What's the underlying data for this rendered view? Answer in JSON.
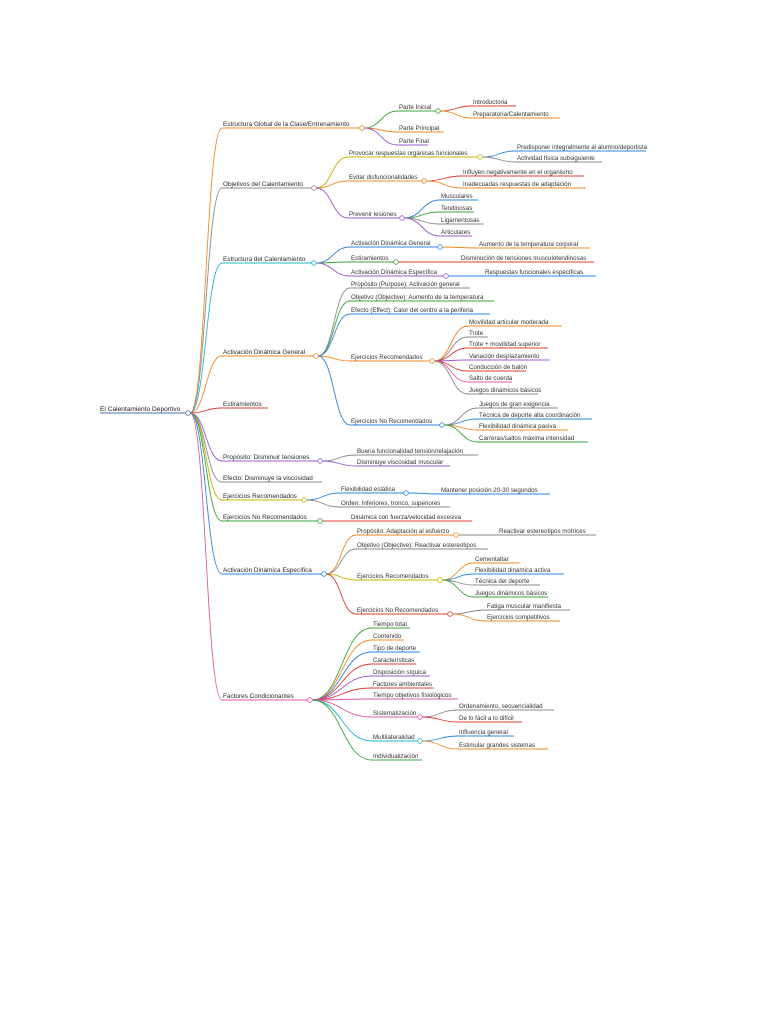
{
  "root": "El Calentamiento Deportivo",
  "colors": {
    "orange": "#f08a24",
    "purple": "#9b59d0",
    "blue": "#2e86de",
    "green": "#3aa63a",
    "red": "#e03c31",
    "yellow": "#c9b400",
    "pink": "#e05aa6",
    "gray": "#8a8a8a",
    "cyan": "#1fb5c9"
  },
  "branches": [
    {
      "label": "Estructura Global de la Clase/Entrenamiento",
      "color": "orange",
      "children": [
        {
          "label": "Parte Inicial",
          "color": "green",
          "children": [
            {
              "label": "Introductoria",
              "color": "red"
            },
            {
              "label": "Preparatoria/Calentamiento",
              "color": "orange"
            }
          ]
        },
        {
          "label": "Parte Principal",
          "color": "orange"
        },
        {
          "label": "Parte Final",
          "color": "purple"
        }
      ]
    },
    {
      "label": "Objetivos del Calentamiento",
      "color": "gray",
      "children": [
        {
          "label": "Provocar respuestas orgánicas funcionales",
          "color": "yellow",
          "children": [
            {
              "label": "Predisponer integralmente al alumno/deportista",
              "color": "blue"
            },
            {
              "label": "Actividad física subsiguiente",
              "color": "gray"
            }
          ]
        },
        {
          "label": "Evitar disfuncionalidades",
          "color": "orange",
          "children": [
            {
              "label": "Influyen negativamente en el organismo",
              "color": "red"
            },
            {
              "label": "Inadecuadas respuestas de adaptación",
              "color": "orange"
            }
          ]
        },
        {
          "label": "Prevenir lesiones",
          "color": "purple",
          "children": [
            {
              "label": "Musculares",
              "color": "blue"
            },
            {
              "label": "Tendinosas",
              "color": "green"
            },
            {
              "label": "Ligamentosas",
              "color": "gray"
            },
            {
              "label": "Articulares",
              "color": "purple"
            }
          ]
        }
      ]
    },
    {
      "label": "Estructura del Calentamiento",
      "color": "cyan",
      "children": [
        {
          "label": "Activación Dinámica General",
          "color": "blue",
          "children": [
            {
              "label": "Aumento de la temperatura corporal",
              "color": "orange"
            }
          ]
        },
        {
          "label": "Estiramientos",
          "color": "green",
          "children": [
            {
              "label": "Disminución de tensiones musculotendinosas",
              "color": "red"
            }
          ]
        },
        {
          "label": "Activación Dinámica Específica",
          "color": "purple",
          "children": [
            {
              "label": "Respuestas funcionales específicas",
              "color": "blue"
            }
          ]
        }
      ]
    },
    {
      "label": "Activación Dinámica General",
      "color": "orange",
      "children": [
        {
          "label": "Propósito (Purpose): Activación general",
          "color": "gray"
        },
        {
          "label": "Objetivo (Objective): Aumento de la temperatura",
          "color": "green"
        },
        {
          "label": "Efecto (Effect): Calor del centro a la periferia",
          "color": "blue"
        },
        {
          "label": "Ejercicios Recomendados",
          "color": "orange",
          "children": [
            {
              "label": "Movilidad articular moderada",
              "color": "orange"
            },
            {
              "label": "Trote",
              "color": "gray"
            },
            {
              "label": "Trote + movilidad superior",
              "color": "red"
            },
            {
              "label": "Variación desplazamiento",
              "color": "purple"
            },
            {
              "label": "Conducción de balón",
              "color": "red"
            },
            {
              "label": "Salto de cuerda",
              "color": "pink"
            },
            {
              "label": "Juegos dinámicos básicos",
              "color": "gray"
            }
          ]
        },
        {
          "label": "Ejercicios No Recomendados",
          "color": "blue",
          "children": [
            {
              "label": "Juegos de gran exigencia",
              "color": "gray"
            },
            {
              "label": "Técnica de deporte alta coordinación",
              "color": "blue"
            },
            {
              "label": "Flexibilidad dinámica pasiva",
              "color": "orange"
            },
            {
              "label": "Carreras/saltos máxima intensidad",
              "color": "green"
            }
          ]
        }
      ]
    },
    {
      "label": "Estiramientos",
      "color": "red",
      "children": []
    },
    {
      "label": "Propósito: Disminuir tensiones",
      "color": "purple",
      "children": [
        {
          "label": "Buena funcionalidad tensión/relajación",
          "color": "gray"
        },
        {
          "label": "Disminuye viscosidad muscular",
          "color": "purple"
        }
      ]
    },
    {
      "label": "Efecto: Disminuye la viscosidad",
      "color": "gray",
      "children": []
    },
    {
      "label": "Ejercicios Recomendados",
      "color": "yellow",
      "children": [
        {
          "label": "Flexibilidad estática",
          "color": "blue",
          "children": [
            {
              "label": "Mantener posición 20-30 segundos",
              "color": "blue"
            }
          ]
        },
        {
          "label": "Orden: Inferiores, tronco, superiores",
          "color": "gray"
        }
      ]
    },
    {
      "label": "Ejercicios No Recomendados",
      "color": "green",
      "children": [
        {
          "label": "Dinámica con fuerza/velocidad excesiva",
          "color": "red"
        }
      ]
    },
    {
      "label": "Activación Dinámica Específica",
      "color": "blue",
      "children": [
        {
          "label": "Propósito: Adaptación al esfuerzo",
          "color": "orange",
          "children": [
            {
              "label": "Reactivar estereotipos motrices",
              "color": "gray"
            }
          ]
        },
        {
          "label": "Objetivo (Objective): Reactivar estereotipos",
          "color": "gray"
        },
        {
          "label": "Ejercicios Recomendados",
          "color": "yellow",
          "children": [
            {
              "label": "Cementaltar",
              "color": "orange"
            },
            {
              "label": "Flexibilidad dinámica activa",
              "color": "blue"
            },
            {
              "label": "Técnica del deporte",
              "color": "gray"
            },
            {
              "label": "Juegos dinámicos básicos",
              "color": "green"
            }
          ]
        },
        {
          "label": "Ejercicios No Recomendados",
          "color": "red",
          "children": [
            {
              "label": "Fatiga muscular manifiesta",
              "color": "gray"
            },
            {
              "label": "Ejercicios competitivos",
              "color": "orange"
            }
          ]
        }
      ]
    },
    {
      "label": "Factores Condicionantes",
      "color": "pink",
      "children": [
        {
          "label": "Tiempo total",
          "color": "green"
        },
        {
          "label": "Contenido",
          "color": "orange"
        },
        {
          "label": "Tipo de deporte",
          "color": "blue"
        },
        {
          "label": "Características",
          "color": "red"
        },
        {
          "label": "Disposición síquica",
          "color": "purple"
        },
        {
          "label": "Factores ambientales",
          "color": "red"
        },
        {
          "label": "Tiempo objetivos fisiológicos",
          "color": "pink"
        },
        {
          "label": "Sistematización",
          "color": "pink",
          "children": [
            {
              "label": "Ordenamiento, secuencialidad",
              "color": "gray"
            },
            {
              "label": "De lo fácil a lo difícil",
              "color": "red"
            }
          ]
        },
        {
          "label": "Multilateralidad",
          "color": "cyan",
          "children": [
            {
              "label": "Influencia general",
              "color": "blue"
            },
            {
              "label": "Estimular grandes sistemas",
              "color": "orange"
            }
          ]
        },
        {
          "label": "Individualización",
          "color": "green"
        }
      ]
    }
  ]
}
